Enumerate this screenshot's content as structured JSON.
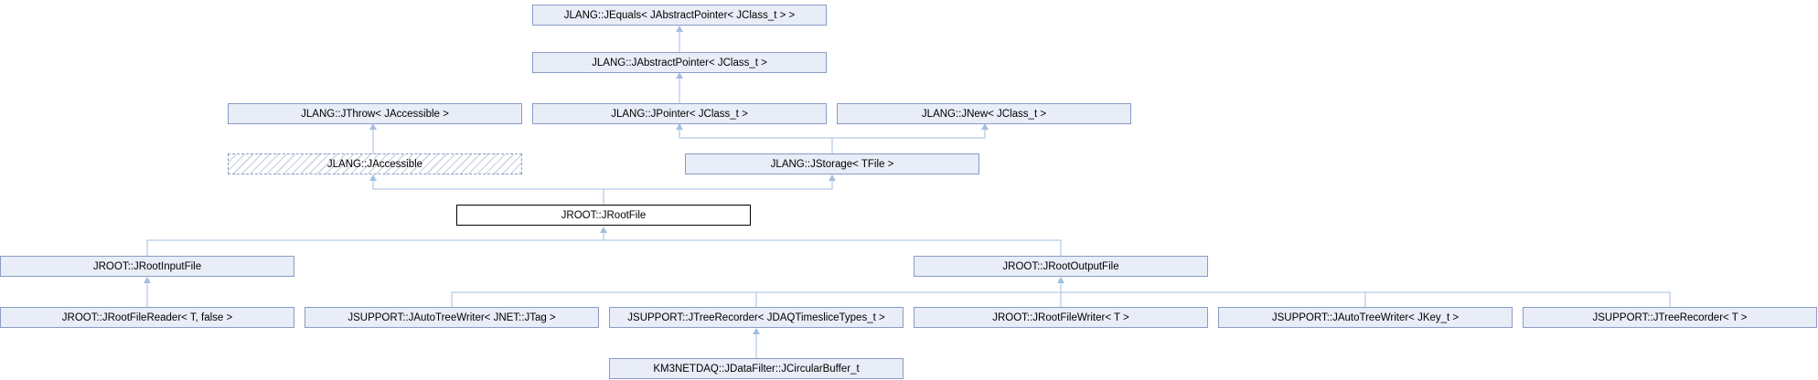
{
  "classes": {
    "jequals": "JLANG::JEquals< JAbstractPointer< JClass_t > >",
    "jabstractpointer": "JLANG::JAbstractPointer< JClass_t >",
    "jthrow": "JLANG::JThrow< JAccessible >",
    "jpointer": "JLANG::JPointer< JClass_t >",
    "jnew": "JLANG::JNew< JClass_t >",
    "jaccessible": "JLANG::JAccessible",
    "jstorage": "JLANG::JStorage< TFile >",
    "jrootfile": "JROOT::JRootFile",
    "jrootinputfile": "JROOT::JRootInputFile",
    "jrootoutputfile": "JROOT::JRootOutputFile",
    "jrootfilereader": "JROOT::JRootFileReader< T, false >",
    "jautotreewriter_jtag": "JSUPPORT::JAutoTreeWriter< JNET::JTag >",
    "jtreerecorder_jdaq": "JSUPPORT::JTreeRecorder< JDAQTimesliceTypes_t >",
    "jrootfilewriter": "JROOT::JRootFileWriter< T >",
    "jautotreewriter_jkey": "JSUPPORT::JAutoTreeWriter< JKey_t >",
    "jtreerecorder_t": "JSUPPORT::JTreeRecorder< T >",
    "jcircularbuffer": "KM3NETDAQ::JDataFilter::JCircularBuffer_t"
  },
  "colors": {
    "node_fill": "#e8edf7",
    "node_border": "#8a9bc5",
    "edge": "#a3bfe0",
    "current_border": "#000000"
  }
}
